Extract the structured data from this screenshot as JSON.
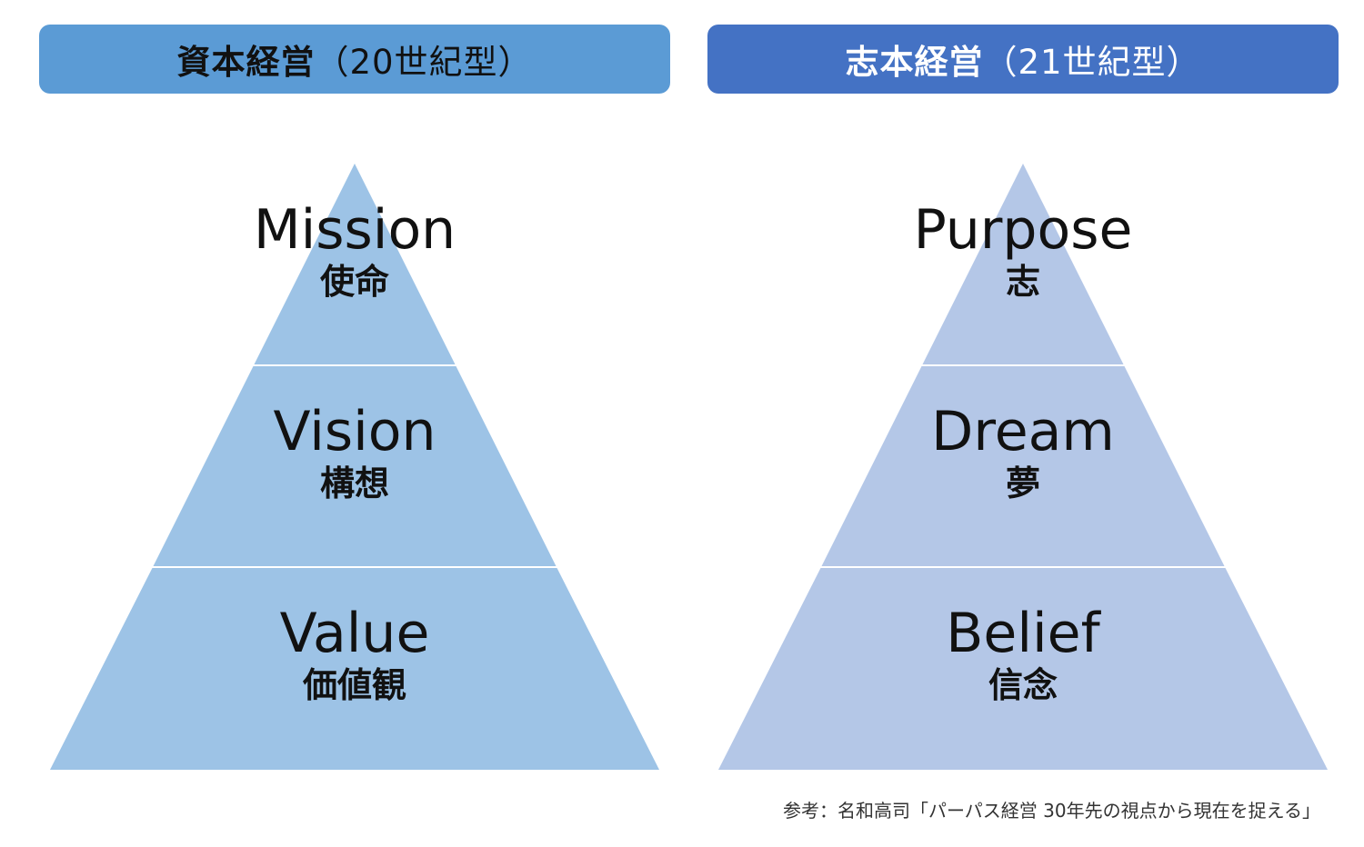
{
  "left_model": {
    "title_main": "資本経営",
    "title_sub": "（20世紀型）",
    "color": "#5b9bd5",
    "pyramid_color": "#9dc3e6",
    "levels": [
      {
        "en": "Mission",
        "ja": "使命"
      },
      {
        "en": "Vision",
        "ja": "構想"
      },
      {
        "en": "Value",
        "ja": "価値観"
      }
    ]
  },
  "right_model": {
    "title_main": "志本経営",
    "title_sub": "（21世紀型）",
    "color": "#4472c4",
    "pyramid_color": "#b4c7e7",
    "levels": [
      {
        "en": "Purpose",
        "ja": "志"
      },
      {
        "en": "Dream",
        "ja": "夢"
      },
      {
        "en": "Belief",
        "ja": "信念"
      }
    ]
  },
  "reference": "参考：名和高司「パーパス経営 30年先の視点から現在を捉える」"
}
